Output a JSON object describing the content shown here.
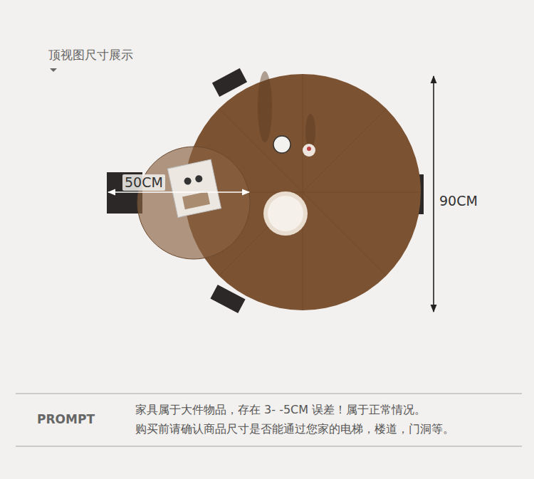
{
  "diagram": {
    "title": "顶视图尺寸展示",
    "labels": [
      "50CM",
      "90CM",
      "PROMPT",
      "家具属于大件物品，存在 3- -5CM 误差！属于正常情况。",
      "购买前请确认商品尺寸是否能通过您家的电梯，楼道，门洞等。"
    ]
  }
}
